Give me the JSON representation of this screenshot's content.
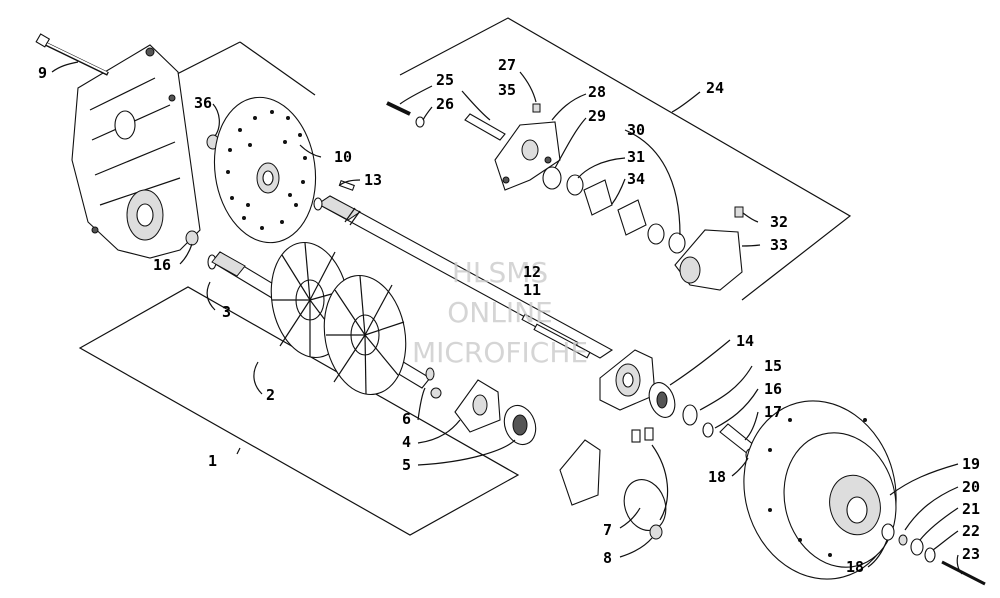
{
  "watermark": [
    "HLSMS",
    "ONLINE",
    "MICROFICHE"
  ],
  "callouts": [
    "1",
    "2",
    "3",
    "4",
    "5",
    "6",
    "7",
    "8",
    "9",
    "10",
    "11",
    "12",
    "13",
    "14",
    "15",
    "16",
    "16",
    "17",
    "18",
    "18",
    "19",
    "20",
    "21",
    "22",
    "23",
    "24",
    "25",
    "26",
    "27",
    "28",
    "29",
    "30",
    "31",
    "32",
    "33",
    "34",
    "35",
    "36"
  ]
}
